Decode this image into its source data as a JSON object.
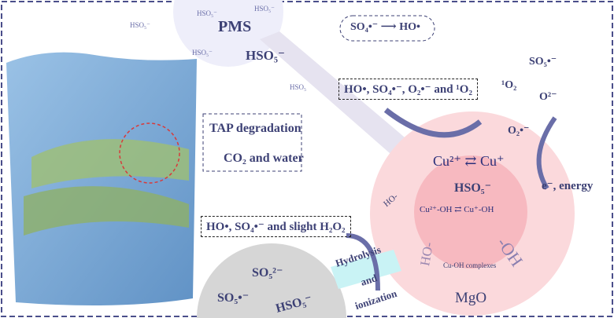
{
  "pms": {
    "title": "PMS",
    "hso5_large": "HSO₅⁻",
    "hso5_labels": [
      "HSO₅⁻",
      "HSO₅⁻",
      "HSO₅⁻",
      "HSO₅⁻",
      "HSO₅"
    ]
  },
  "radical_conversion": "SO₄•⁻ ⟶ HO•",
  "surface_species_box": "HO•, SO₄•⁻, O₂•⁻ and ¹O₂",
  "oxygen_species": {
    "so5": "SO₅•⁻",
    "singlet_o2": "¹O₂",
    "o2_minus": "O²⁻",
    "superoxide": "O₂•⁻"
  },
  "degradation": {
    "title": "TAP degradation",
    "product": "CO₂ and water"
  },
  "bulk_species_box": "HO•, SO₄•⁻ and slight H₂O₂",
  "catalyst": {
    "cu_redox": "Cu²⁺ ⇄ Cu⁺",
    "hso5": "HSO₅⁻",
    "cu_oh_redox": "Cu²⁺-OH ⇄ Cu⁺-OH",
    "ho_left": "HO-",
    "ho_bottom": "HO-",
    "oh_right": "-OH",
    "complexes": "Cu-OH complexes",
    "support": "MgO"
  },
  "electron_transfer": "e⁻, energy",
  "hydrolysis": {
    "line1": "Hydrolysis",
    "line2": "and",
    "line3": "ionization"
  },
  "sulfite_species": {
    "so5_2minus": "SO₅²⁻",
    "so5_radical": "SO₅•⁻",
    "hso5": "HSO₅⁻"
  },
  "colors": {
    "ink": "#3d4175",
    "pink_outer": "#fbd9dc",
    "pink_inner": "#f7b9c0",
    "water": "#6f9fcf",
    "gray": "#d6d6d6",
    "cyan": "#c9f3f5"
  }
}
